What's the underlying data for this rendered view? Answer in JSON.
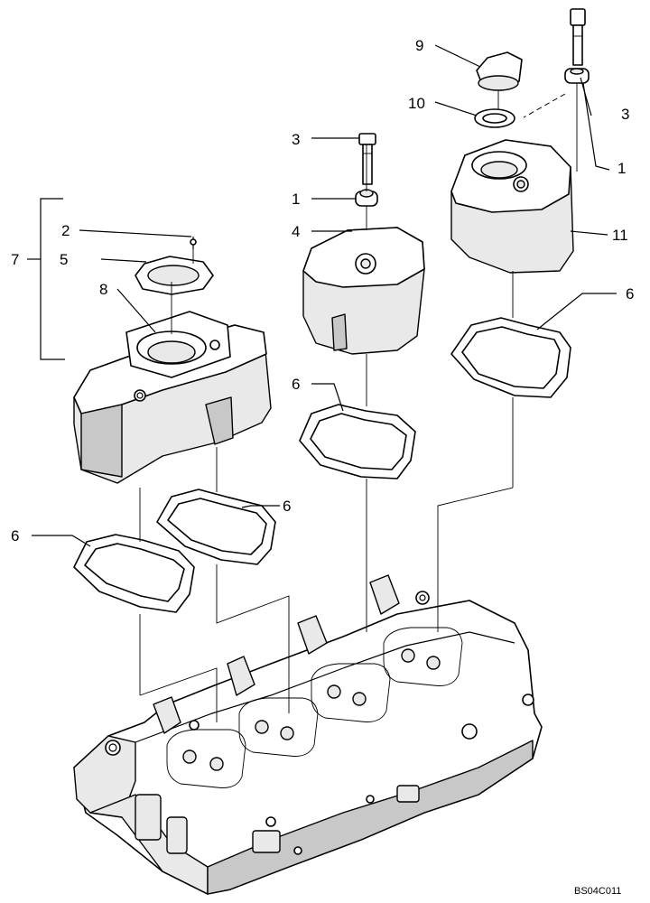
{
  "callouts": {
    "c1a": "1",
    "c1b": "1",
    "c2": "2",
    "c3a": "3",
    "c3b": "3",
    "c4": "4",
    "c5": "5",
    "c6a": "6",
    "c6b": "6",
    "c6c": "6",
    "c6d": "6",
    "c7": "7",
    "c8": "8",
    "c9": "9",
    "c10": "10",
    "c11": "11"
  },
  "drawing_code": "BS04C011"
}
